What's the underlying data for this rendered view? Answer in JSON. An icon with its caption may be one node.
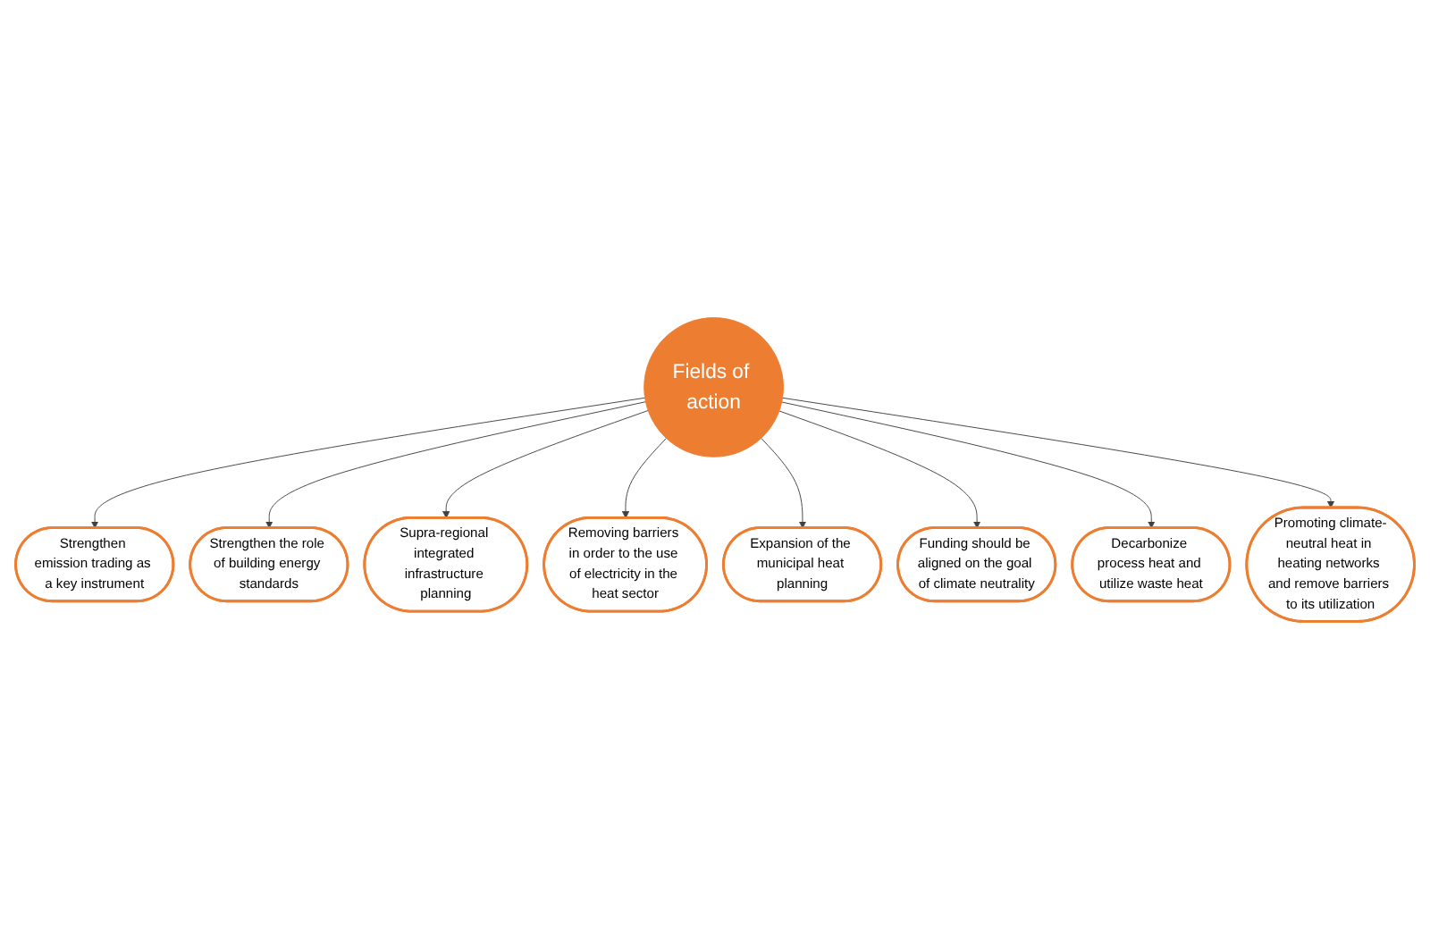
{
  "diagram": {
    "nodes": [
      {
        "text": [
          "Fields of action"
        ]
      },
      {
        "text": [
          "Strengthen emission trading as a key instrument"
        ]
      },
      {
        "text": [
          "Strengthen the role of building energy standards"
        ]
      },
      {
        "text": [
          "Supra-regional integrated infrastructure planning"
        ]
      },
      {
        "text": [
          "Removing barriers in order to the use of electricity in the heat sector"
        ]
      },
      {
        "text": [
          "Expansion of the municipal heat planning"
        ]
      },
      {
        "text": [
          "Funding should be aligned on the goal of climate neutrality"
        ]
      },
      {
        "text": [
          "Decarbonize process heat and utilize waste heat"
        ]
      },
      {
        "text": [
          "Promoting climate-neutral heat in heating networks and remove barriers to its utilization"
        ]
      }
    ],
    "edges": [
      {
        "from": 0,
        "to": 1,
        "arrow": "to"
      },
      {
        "from": 0,
        "to": 2,
        "arrow": "to"
      },
      {
        "from": 0,
        "to": 3,
        "arrow": "to"
      },
      {
        "from": 0,
        "to": 4,
        "arrow": "to"
      },
      {
        "from": 0,
        "to": 5,
        "arrow": "to"
      },
      {
        "from": 0,
        "to": 6,
        "arrow": "to"
      },
      {
        "from": 0,
        "to": 7,
        "arrow": "to"
      },
      {
        "from": 0,
        "to": 8,
        "arrow": "to"
      }
    ]
  }
}
